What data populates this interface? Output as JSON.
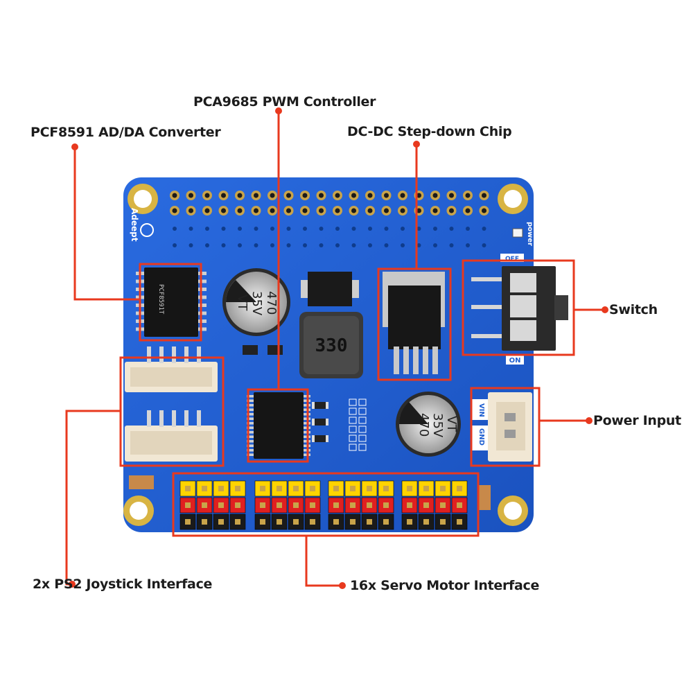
{
  "callouts": {
    "pwm_controller": "PCA9685 PWM Controller",
    "adda_converter": "PCF8591 AD/DA Converter",
    "stepdown_chip": "DC-DC Step-down Chip",
    "switch": "Switch",
    "power_input": "Power Input",
    "joystick": "2x PS2 Joystick Interface",
    "servo": "16x Servo Motor Interface"
  },
  "silkscreen": {
    "brand": "Adeept",
    "inductor": "330",
    "cap_value": "470",
    "cap_voltage": "35V",
    "cap_series": "VT",
    "switch_on": "ON",
    "switch_off": "OFF",
    "vin": "VIN",
    "gnd": "GND",
    "power": "power"
  },
  "colors": {
    "pcb": "#1f5fd0",
    "callout": "#e8391e",
    "header_yellow": "#ffd400",
    "header_red": "#e02020",
    "header_black": "#1a1a1a"
  }
}
